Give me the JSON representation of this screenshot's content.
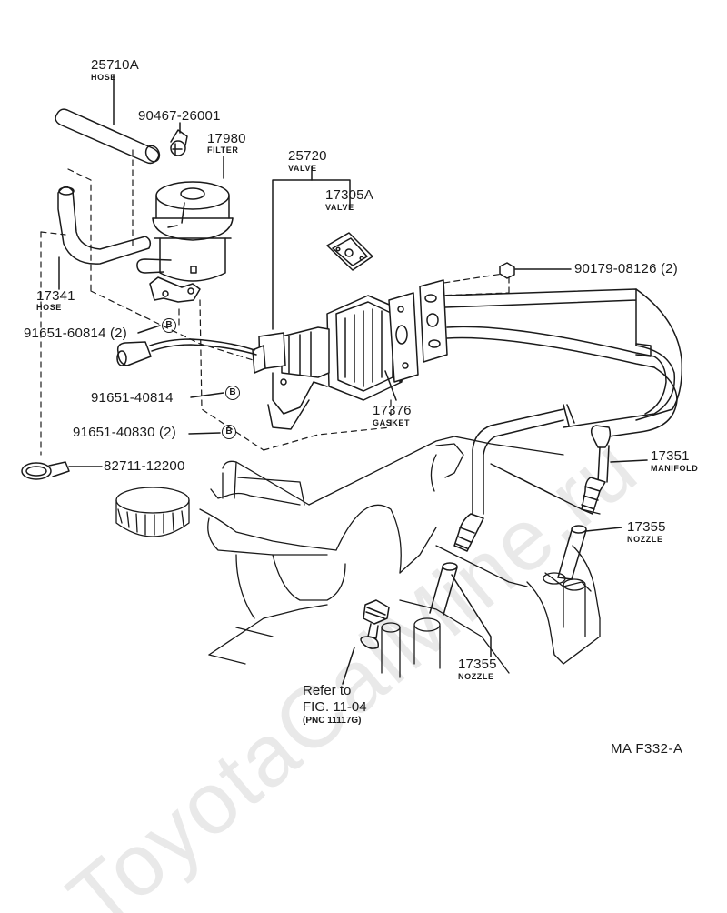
{
  "watermark": "ToyotaCalMine.ru",
  "diagram_code": "MA  F332-A",
  "stroke_color": "#1a1a1a",
  "callouts": {
    "hose_25710a": {
      "number": "25710A",
      "name": "HOSE"
    },
    "clip_90467": {
      "number": "90467-26001"
    },
    "filter_17980": {
      "number": "17980",
      "name": "FILTER"
    },
    "valve_25720": {
      "number": "25720",
      "name": "VALVE"
    },
    "valve_17305a": {
      "number": "17305A",
      "name": "VALVE"
    },
    "bolt_90179": {
      "number": "90179-08126 (2)"
    },
    "hose_17341": {
      "number": "17341",
      "name": "HOSE"
    },
    "bolt_91651_60814": {
      "number": "91651-60814 (2)"
    },
    "bolt_91651_40814": {
      "number": "91651-40814"
    },
    "bolt_91651_40830": {
      "number": "91651-40830 (2)"
    },
    "gasket_17376": {
      "number": "17376",
      "name": "GASKET"
    },
    "manifold_17351": {
      "number": "17351",
      "name": "MANIFOLD"
    },
    "nozzle_17355_a": {
      "number": "17355",
      "name": "NOZZLE"
    },
    "nozzle_17355_b": {
      "number": "17355",
      "name": "NOZZLE"
    },
    "clamp_82711": {
      "number": "82711-12200"
    }
  },
  "bolt_mark": "B",
  "reference": {
    "line1": "Refer to",
    "line2": "FIG. 11-04",
    "line3": "(PNC 11117G)"
  }
}
